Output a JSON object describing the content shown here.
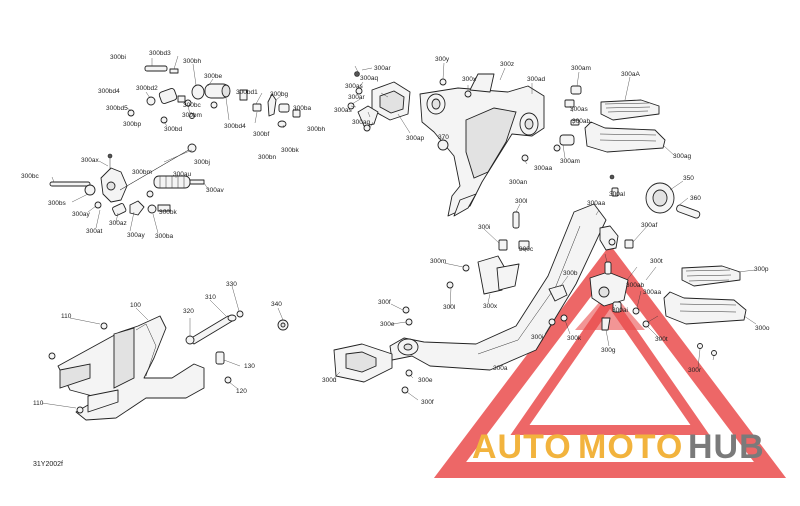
{
  "diagram_code": "31Y2002f",
  "watermark": {
    "part1": "AUTO",
    "part2": "MOTO",
    "part3": "HUB",
    "color_auto": "#f2b33d",
    "color_moto": "#f2b33d",
    "color_hub": "#7a7a7a",
    "triangle_color": "#e83a3a"
  },
  "callouts": {
    "c300bi": "300bi",
    "c300bd3": "300bd3",
    "c300bh": "300bh",
    "c300bd2": "300bd2",
    "c300bd4": "300bd4",
    "c300be": "300be",
    "c300bd1": "300bd1",
    "c300bg": "300bg",
    "c300bd5": "300bd5",
    "c300bc_top": "300bc",
    "c300bm": "300bm",
    "c300ba": "300ba",
    "c300bp": "300bp",
    "c300bd": "300bd",
    "c300bd4b": "300bd4",
    "c300bf": "300bf",
    "c300bh2": "300bh",
    "c300bk": "300bk",
    "c300bn": "300bn",
    "c300ax": "300ax",
    "c300bj": "300bj",
    "c300bc": "300bc",
    "c300bm2": "300bm",
    "c300au": "300au",
    "c300bs": "300bs",
    "c300av": "300av",
    "c300ay": "300ay",
    "c300az": "300az",
    "c300bk2": "300bk",
    "c300at": "300at",
    "c300ay2": "300ay",
    "c300ba2": "300ba",
    "c300ar": "300ar",
    "c300aq": "300aq",
    "c300as": "300as",
    "c300ar2": "300ar",
    "c300as2": "300as",
    "c300ap": "300ap",
    "c300y": "300y",
    "c300x": "300x",
    "c300z": "300z",
    "c300ad": "300ad",
    "c300am_top": "300am",
    "c300aA": "300aA",
    "c300as3": "300as",
    "c300ab": "300ab",
    "c370": "370",
    "c300aa": "300aa",
    "c300am": "300am",
    "c300an": "300an",
    "c300ag": "300ag",
    "c300al": "300al",
    "c350": "350",
    "c360": "360",
    "c300aa2": "300aa",
    "c300l": "300l",
    "c300af": "300af",
    "c300i": "300i",
    "c300c": "300c",
    "c300m": "300m",
    "c300b": "300b",
    "c300p": "300p",
    "c300t": "300t",
    "c300ab2": "300ab",
    "c300x2": "300x",
    "c300l2": "300l",
    "c300aa3": "300aa",
    "c300f": "300f",
    "c300e": "300e",
    "c300k": "300k",
    "c300j": "300j",
    "c300t2": "300t",
    "c300o": "300o",
    "c300g": "300g",
    "c300d": "300d",
    "c300a": "300a",
    "c300e2": "300e",
    "c300f2": "300f",
    "c300r": "300r",
    "c300ai": "300ai",
    "c110a": "110",
    "c100": "100",
    "c310": "310",
    "c330": "330",
    "c340": "340",
    "c320": "320",
    "c130": "130",
    "c120": "120",
    "c110b": "110"
  }
}
